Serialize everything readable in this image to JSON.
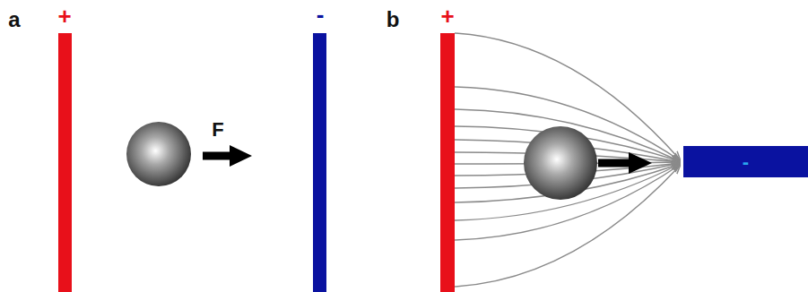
{
  "diagram": {
    "nodes": [
      {
        "text": [
          "-"
        ]
      }
    ],
    "labels": [
      "a",
      "+",
      "-",
      "F",
      "b",
      "+"
    ]
  }
}
